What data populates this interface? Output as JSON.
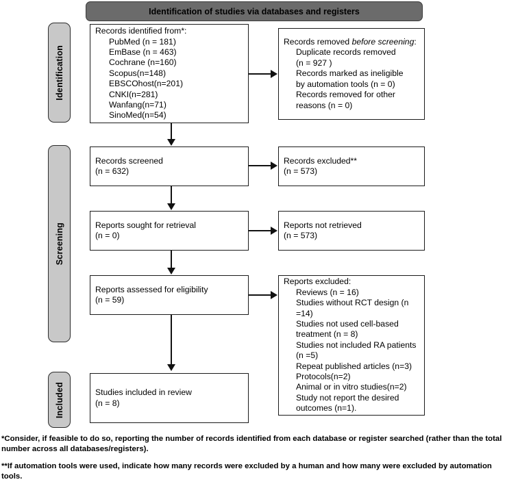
{
  "diagram": {
    "type": "prisma-flow-diagram",
    "banner": {
      "title": "Identification of studies via databases and registers"
    },
    "stages": [
      {
        "id": "identification",
        "label": "Identification"
      },
      {
        "id": "screening",
        "label": "Screening"
      },
      {
        "id": "included",
        "label": "Included"
      }
    ],
    "boxes": {
      "records_identified": {
        "heading": "Records identified from*:",
        "items": [
          "PubMed (n = 181)",
          "EmBase (n = 463)",
          "Cochrane (n=160)",
          "Scopus(n=148)",
          "EBSCOhost(n=201)",
          "CNKI(n=281)",
          "Wanfang(n=71)",
          "SinoMed(n=54)"
        ]
      },
      "records_removed": {
        "heading_pre": "Records removed ",
        "heading_italic": "before screening",
        "heading_post": ":",
        "items": [
          "Duplicate records removed",
          "(n = 927 )",
          "Records marked as ineligible",
          "by automation tools (n = 0)",
          "Records removed for other",
          "reasons (n = 0)"
        ]
      },
      "records_screened": {
        "lines": [
          "Records screened",
          "(n = 632)"
        ]
      },
      "records_excluded": {
        "lines": [
          "Records excluded**",
          "(n = 573)"
        ]
      },
      "reports_sought": {
        "lines": [
          "Reports sought for retrieval",
          "(n = 0)"
        ]
      },
      "reports_not_retrieved": {
        "lines": [
          "Reports not retrieved",
          "(n = 573)"
        ]
      },
      "reports_assessed": {
        "lines": [
          "Reports assessed for eligibility",
          "(n = 59)"
        ]
      },
      "reports_excluded": {
        "heading": "Reports excluded:",
        "items": [
          "Reviews (n = 16)",
          "Studies without RCT design (n",
          "=14)",
          "Studies not used cell-based",
          "treatment (n = 8)",
          "Studies not included RA patients",
          "(n =5)",
          "Repeat published articles (n=3)",
          "Protocols(n=2)",
          "Animal or in vitro studies(n=2)",
          "Study not report the desired",
          "outcomes (n=1)."
        ]
      },
      "studies_included": {
        "lines": [
          "Studies included in review",
          "(n = 8)"
        ]
      }
    },
    "footnotes": {
      "first": "*Consider, if feasible to do so, reporting the number of records identified from each database or register searched (rather than the total number across all databases/registers).",
      "second": "**If automation tools were used, indicate how many records were excluded by a human and how many were excluded by automation tools."
    },
    "colors": {
      "banner_fill": "#6b6b6b",
      "stage_fill": "#c8c8c8",
      "box_border": "#1a1a1a",
      "connector": "#111111",
      "background": "#ffffff"
    }
  }
}
